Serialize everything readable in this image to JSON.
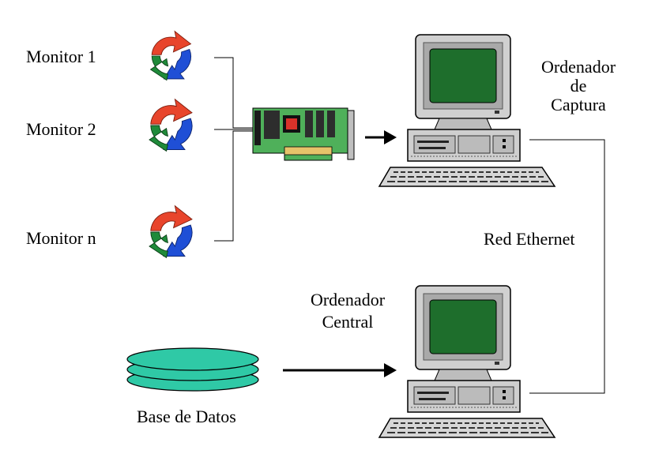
{
  "labels": {
    "monitor_1": "Monitor 1",
    "monitor_2": "Monitor 2",
    "monitor_n": "Monitor n",
    "capture_computer_line1": "Ordenador",
    "capture_computer_line2": "de",
    "capture_computer_line3": "Captura",
    "network": "Red Ethernet",
    "central_computer_line1": "Ordenador",
    "central_computer_line2": "Central",
    "database": "Base de Datos"
  },
  "colors": {
    "monitor_arrow_red": "#e8452c",
    "monitor_arrow_green": "#1f8a3a",
    "monitor_arrow_blue": "#1f4fd6",
    "screen_green": "#1e6e2c",
    "computer_gray": "#c8c8c8",
    "card_green": "#4fb05a",
    "database_teal": "#2fc9a6"
  },
  "icons": {
    "monitor": "recycle-arrows-icon",
    "capture_card": "expansion-card-icon",
    "computer": "desktop-computer-icon",
    "database": "database-disks-icon",
    "flow_arrow": "arrow-right-icon"
  }
}
